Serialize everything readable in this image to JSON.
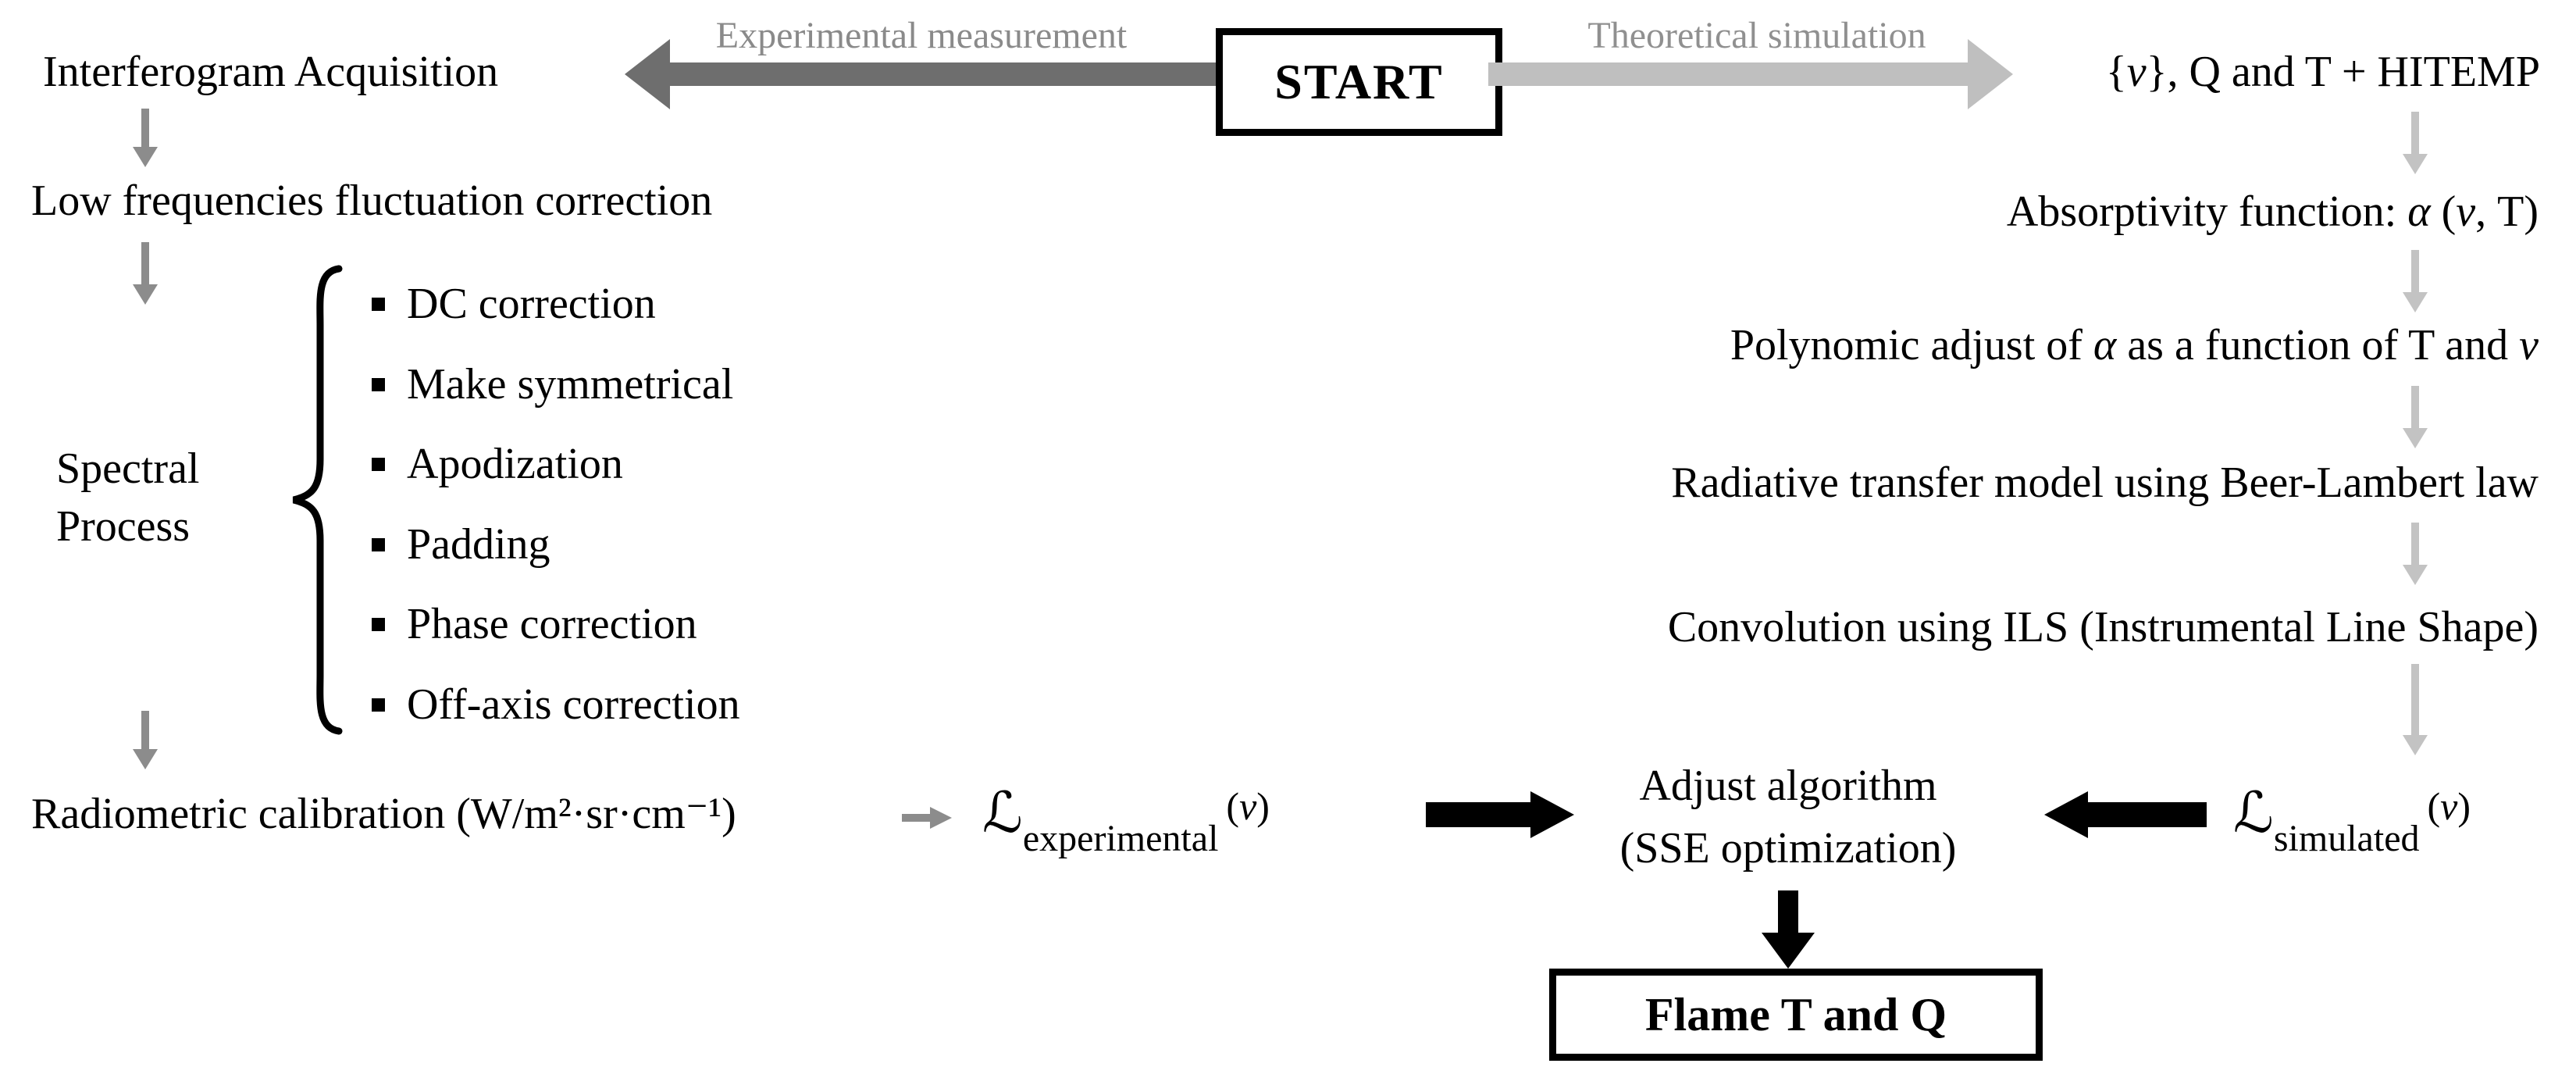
{
  "diagram": {
    "start_label": "START",
    "experimental_branch_label": "Experimental measurement",
    "theoretical_branch_label": "Theoretical simulation",
    "result_label": "Flame T and Q"
  },
  "left_column": {
    "steps": {
      "interferogram": "Interferogram Acquisition",
      "low_frequencies": "Low frequencies fluctuation correction",
      "radiometric": "Radiometric calibration (W/m²·sr·cm⁻¹)"
    },
    "spectral_process": {
      "label_line1": "Spectral",
      "label_line2": "Process",
      "items": [
        "DC correction",
        "Make symmetrical",
        "Apodization",
        "Padding",
        "Phase correction",
        "Off-axis correction"
      ]
    }
  },
  "right_column": {
    "steps": [
      "{ν}, Q and T + HITEMP",
      "Absorptivity function: α (ν, T)",
      "Polynomic adjust of α as a function of T and ν",
      "Radiative transfer model using Beer-Lambert law",
      "Convolution using ILS (Instrumental Line Shape)"
    ]
  },
  "center": {
    "experimental_term": {
      "symbol": "ℒ",
      "subscript": "experimental",
      "argument": "(ν)"
    },
    "simulated_term": {
      "symbol": "ℒ",
      "subscript": "simulated",
      "argument": "(ν)"
    },
    "adjust_line1": "Adjust algorithm",
    "adjust_line2": "(SSE optimization)"
  },
  "palette": {
    "text_black": "#000000",
    "experimental_arrow_gray": "#6e6e6e",
    "theoretical_arrow_gray": "#bfbfbf",
    "branch_label_gray": "#8a8a8a",
    "flow_arrow_gray": "#8c8c8c",
    "right_flow_arrow_gray": "#c3c3c3"
  }
}
